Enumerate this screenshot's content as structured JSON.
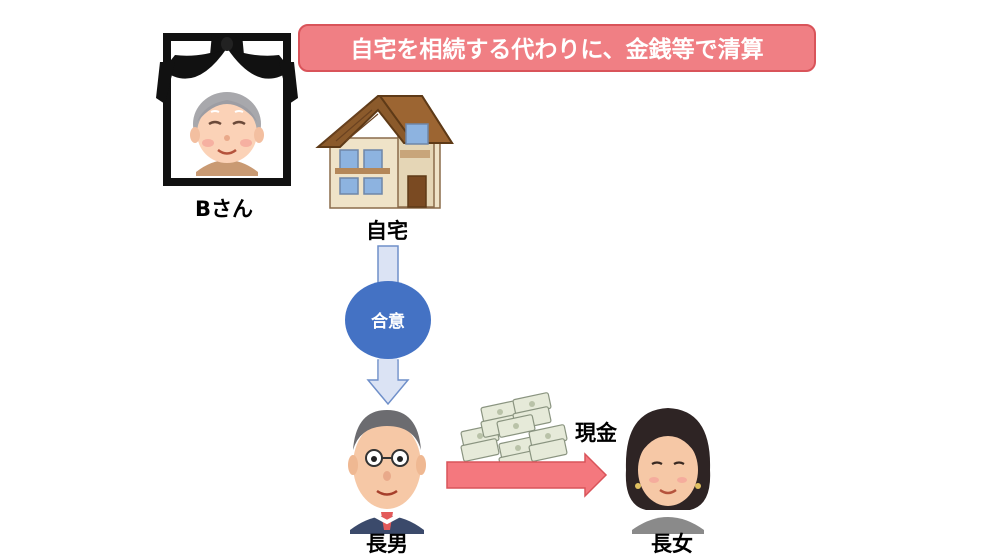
{
  "banner": {
    "text": "自宅を相続する代わりに、金銭等で清算"
  },
  "labels": {
    "deceased": "Bさん",
    "house": "自宅",
    "agreement": "合意",
    "cash": "現金",
    "eldest_son": "長男",
    "eldest_daughter": "長女"
  },
  "colors": {
    "banner_fill": "#f07f84",
    "banner_stroke": "#d9545a",
    "agreement_circle": "#4472c4",
    "down_arrow_fill": "#dbe3f4",
    "down_arrow_stroke": "#6f8fc9",
    "right_arrow_fill": "#f4787e",
    "right_arrow_stroke": "#d9545a"
  }
}
